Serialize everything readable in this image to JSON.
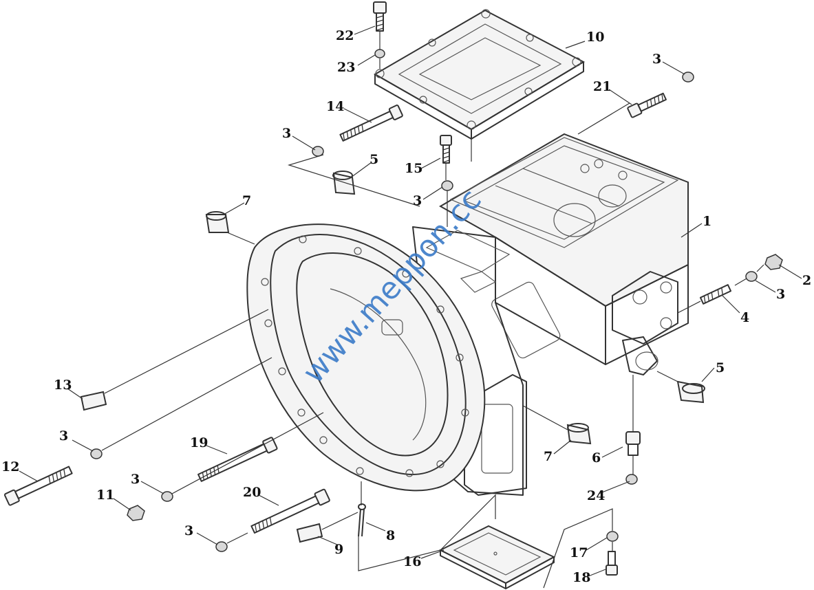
{
  "watermark": "www.meppon.cc",
  "callouts": {
    "n1": "1",
    "n2": "2",
    "n3": "3",
    "n4": "4",
    "n5": "5",
    "n6": "6",
    "n7": "7",
    "n8": "8",
    "n9": "9",
    "n10": "10",
    "n11": "11",
    "n12": "12",
    "n13": "13",
    "n14": "14",
    "n15": "15",
    "n16": "16",
    "n17": "17",
    "n18": "18",
    "n19": "19",
    "n20": "20",
    "n21": "21",
    "n22": "22",
    "n23": "23",
    "n24": "24"
  }
}
